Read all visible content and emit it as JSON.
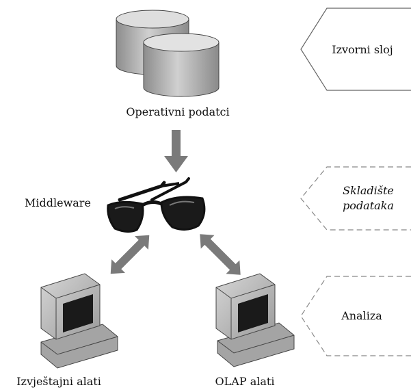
{
  "labels": {
    "source_data": "Operativni podatci",
    "middleware": "Middleware",
    "reporting_tools": "Izvještajni alati",
    "olap_tools": "OLAP alati"
  },
  "layers": {
    "source": "Izvorni sloj",
    "warehouse_line1": "Skladište",
    "warehouse_line2": "podataka",
    "analysis": "Analiza"
  },
  "icons": {
    "database": "database-cylinder-icon",
    "middleware": "sunglasses-icon",
    "computer": "desktop-computer-icon",
    "arrow": "thick-arrow-icon"
  },
  "colors": {
    "cylinder_fill": "#b8b8b8",
    "cylinder_top": "#dcdcdc",
    "arrow_fill": "#7a7a7a",
    "computer_fill": "#bdbdbd",
    "screen_fill": "#1a1a1a",
    "glasses_frame": "#111111",
    "layer_stroke": "#888888"
  }
}
